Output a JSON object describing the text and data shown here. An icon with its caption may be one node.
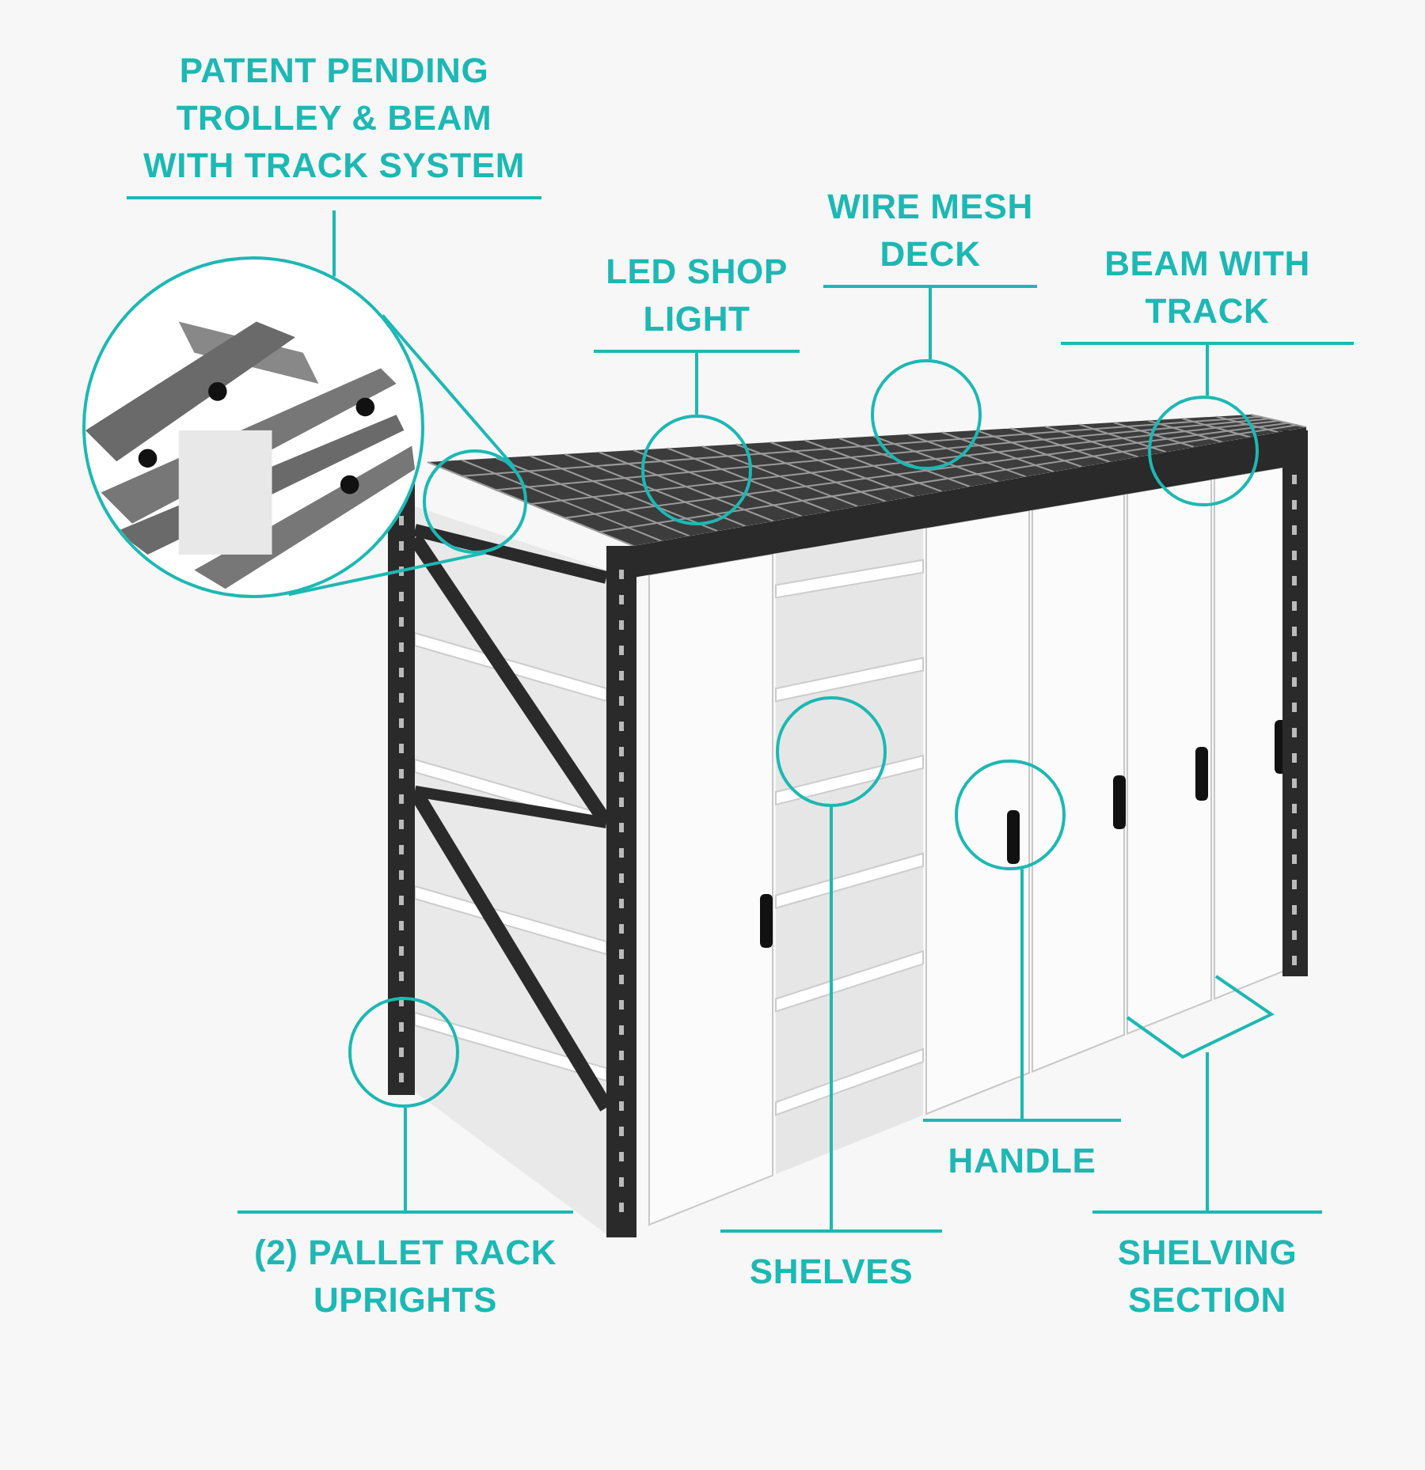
{
  "diagram": {
    "nodes": [
      {
        "text": [
          "PATENT PENDING TROLLEY & BEAM WITH TRACK SYSTEM"
        ]
      },
      {
        "text": [],
        "shape": "picture"
      },
      {
        "text": [],
        "shape": "circle"
      },
      {
        "text": [
          "LED SHOP LIGHT"
        ]
      },
      {
        "text": [],
        "shape": "circle"
      },
      {
        "text": [
          "WIRE MESH DECK"
        ]
      },
      {
        "text": [],
        "shape": "circle"
      },
      {
        "text": [
          "BEAM WITH TRACK"
        ]
      },
      {
        "text": [],
        "shape": "circle"
      },
      {
        "text": [],
        "shape": "circle"
      },
      {
        "text": [],
        "shape": "circle"
      },
      {
        "text": [],
        "shape": "circle"
      },
      {
        "text": [
          "(2) PALLET RACK UPRIGHTS"
        ]
      },
      {
        "text": [
          "SHELVES"
        ]
      },
      {
        "text": [
          "HANDLE"
        ]
      },
      {
        "text": [
          "SHELVING SECTION"
        ]
      }
    ],
    "edges": [
      {
        "from": 0,
        "to": 1,
        "arrow": "none"
      },
      {
        "from": 1,
        "to": 2,
        "arrow": "none"
      },
      {
        "from": 3,
        "to": 4,
        "arrow": "none"
      },
      {
        "from": 5,
        "to": 6,
        "arrow": "none"
      },
      {
        "from": 7,
        "to": 8,
        "arrow": "none"
      },
      {
        "from": 12,
        "to": 9,
        "arrow": "none"
      },
      {
        "from": 13,
        "to": 10,
        "arrow": "none"
      },
      {
        "from": 14,
        "to": 11,
        "arrow": "none"
      },
      {
        "from": 15,
        "to": null,
        "arrow": "none"
      }
    ]
  }
}
